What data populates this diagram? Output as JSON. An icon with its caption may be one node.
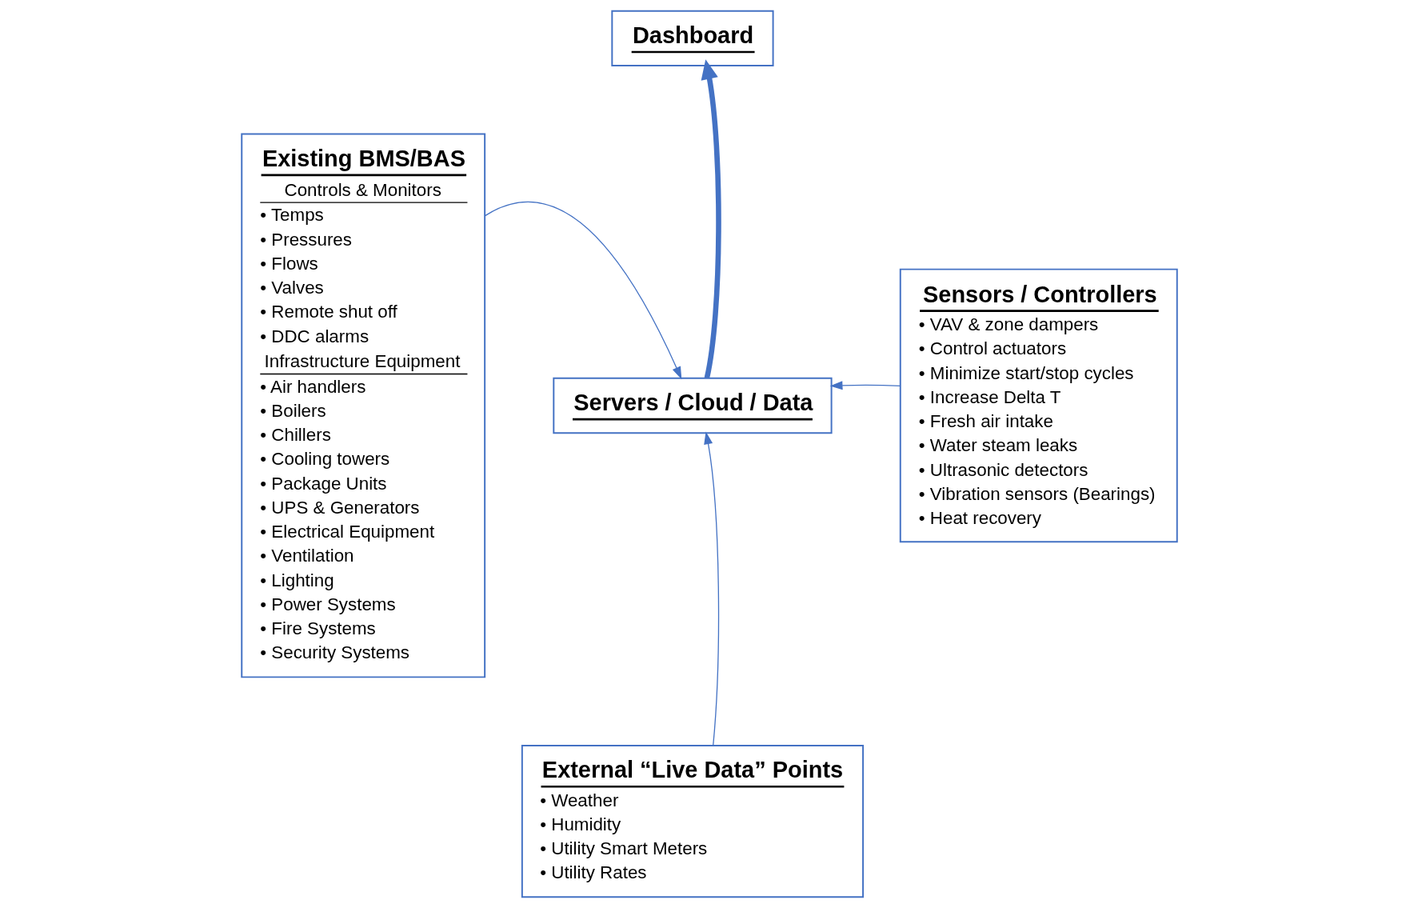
{
  "diagram": {
    "nodes": [
      {
        "text": [
          "Dashboard"
        ]
      },
      {
        "text": [
          "Existing BMS/BAS",
          "Controls & Monitors",
          "• Temps",
          "• Pressures",
          "• Flows",
          "• Valves",
          "• Remote shut off",
          "• DDC alarms",
          "Infrastructure Equipment",
          "• Air handlers",
          "• Boilers",
          "• Chillers",
          "• Cooling towers",
          "• Package Units",
          "• UPS & Generators",
          "• Electrical Equipment",
          "• Ventilation",
          "• Lighting",
          "• Power Systems",
          "• Fire Systems",
          "• Security Systems"
        ]
      },
      {
        "text": [
          "Servers / Cloud / Data"
        ]
      },
      {
        "text": [
          "Sensors / Controllers",
          "• VAV & zone dampers",
          "• Control actuators",
          "• Minimize start/stop cycles",
          "• Increase Delta T",
          "• Fresh air intake",
          "• Water steam leaks",
          "• Ultrasonic detectors",
          "• Vibration sensors (Bearings)",
          "• Heat recovery"
        ]
      },
      {
        "text": [
          "External “Live Data” Points",
          "• Weather",
          "• Humidity",
          "• Utility Smart Meters",
          "• Utility Rates"
        ]
      }
    ],
    "edges": [
      {
        "from": 1,
        "to": 2,
        "arrow": "to"
      },
      {
        "from": 3,
        "to": 2,
        "arrow": "to"
      },
      {
        "from": 4,
        "to": 2,
        "arrow": "to"
      },
      {
        "from": 2,
        "to": 0,
        "arrow": "to",
        "style": "thick"
      }
    ]
  }
}
